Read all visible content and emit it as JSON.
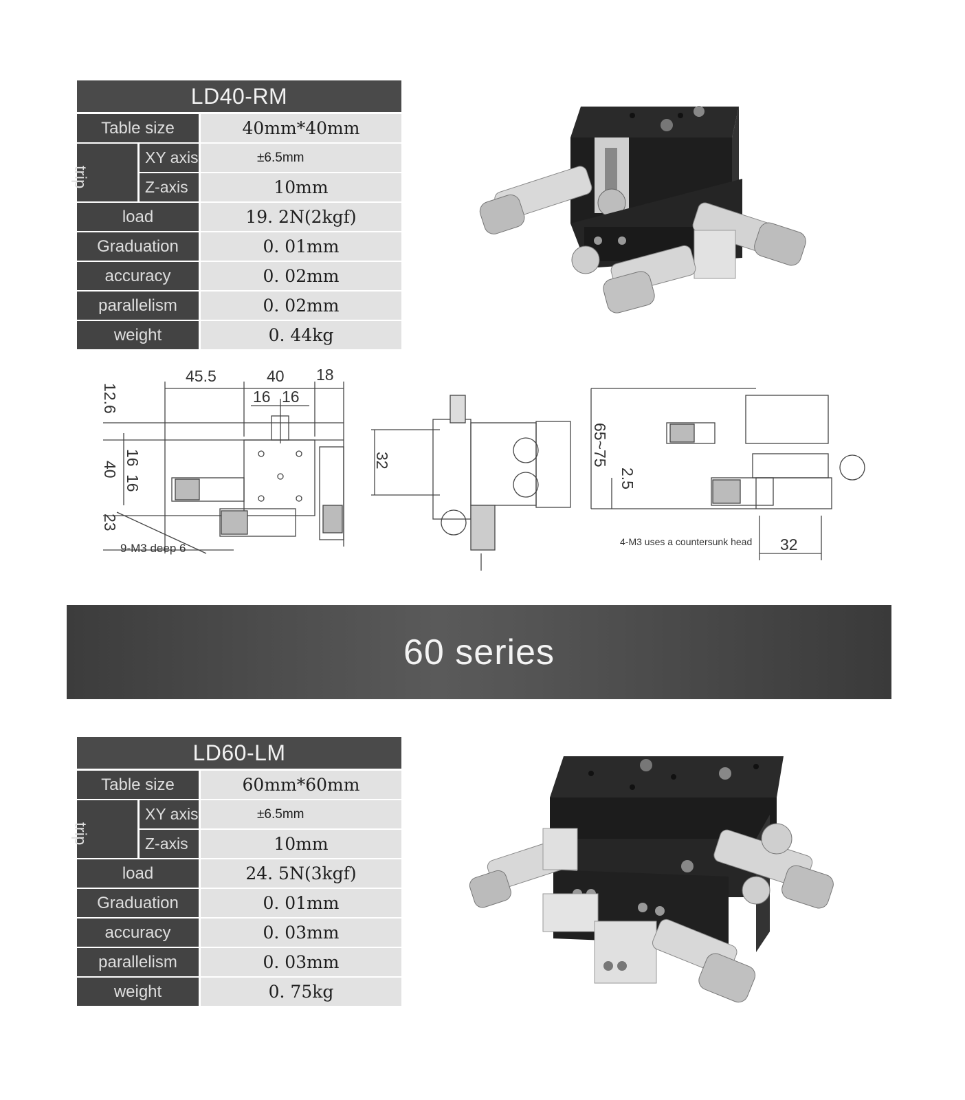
{
  "table1": {
    "title": "LD40-RM",
    "table_size_label": "Table size",
    "table_size": "40mm*40mm",
    "trip_label": "trip",
    "xy_label": "XY axis",
    "xy_value": "±6.5mm",
    "z_label": "Z-axis",
    "z_value": "10mm",
    "load_label": "load",
    "load_value": "19. 2N(2kgf)",
    "graduation_label": "Graduation",
    "graduation_value": "0. 01mm",
    "accuracy_label": "accuracy",
    "accuracy_value": "0. 02mm",
    "parallelism_label": "parallelism",
    "parallelism_value": "0. 02mm",
    "weight_label": "weight",
    "weight_value": "0. 44kg"
  },
  "drawing": {
    "dim_45_5": "45.5",
    "dim_40_top": "40",
    "dim_18": "18",
    "dim_16a": "16",
    "dim_16b": "16",
    "dim_12_6": "12.6",
    "dim_40_left": "40",
    "dim_16c": "16",
    "dim_16d": "16",
    "dim_23": "23",
    "note_m3": "9-M3 deep 6",
    "dim_32_side": "32",
    "dim_65_75": "65~75",
    "dim_2_5": "2.5",
    "note_countersunk": "4-M3 uses a countersunk head",
    "dim_32_bottom": "32"
  },
  "banner": {
    "text": "60 series"
  },
  "table2": {
    "title": "LD60-LM",
    "table_size_label": "Table size",
    "table_size": "60mm*60mm",
    "trip_label": "trip",
    "xy_label": "XY axis",
    "xy_value": "±6.5mm",
    "z_label": "Z-axis",
    "z_value": "10mm",
    "load_label": "load",
    "load_value": "24. 5N(3kgf)",
    "graduation_label": "Graduation",
    "graduation_value": "0. 01mm",
    "accuracy_label": "accuracy",
    "accuracy_value": "0. 03mm",
    "parallelism_label": "parallelism",
    "parallelism_value": "0. 03mm",
    "weight_label": "weight",
    "weight_value": "0. 75kg"
  }
}
